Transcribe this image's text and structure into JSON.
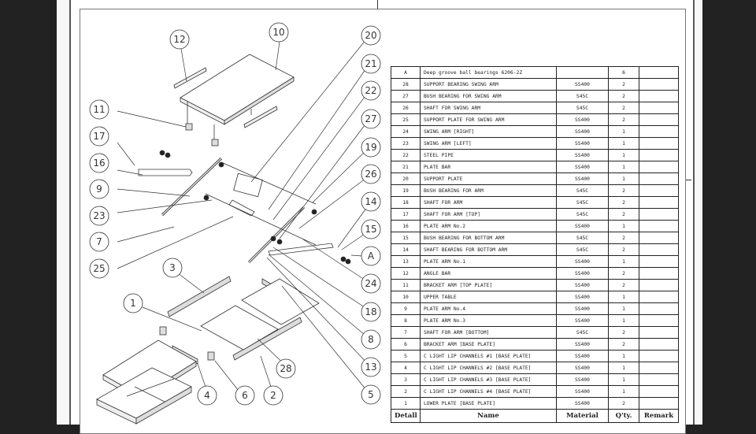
{
  "drawing": {
    "balloons": [
      "12",
      "10",
      "20",
      "21",
      "22",
      "27",
      "19",
      "26",
      "14",
      "15",
      "A",
      "24",
      "18",
      "8",
      "13",
      "5",
      "11",
      "17",
      "16",
      "9",
      "23",
      "7",
      "25",
      "3",
      "1",
      "4",
      "6",
      "2",
      "28"
    ]
  },
  "table": {
    "headers": {
      "detail": "Detall",
      "name": "Name",
      "material": "Material",
      "qty": "Q'ty.",
      "remark": "Remark"
    },
    "rows": [
      {
        "detail": "A",
        "name": "Deep groove ball bearings 6206-2Z",
        "material": "",
        "qty": "6",
        "remark": ""
      },
      {
        "detail": "28",
        "name": "SUPPORT BEARING SWING ARM",
        "material": "SS400",
        "qty": "2",
        "remark": ""
      },
      {
        "detail": "27",
        "name": "BUSH BEARING FOR SWING ARM",
        "material": "S45C",
        "qty": "2",
        "remark": ""
      },
      {
        "detail": "26",
        "name": "SHAFT FOR SWING ARM",
        "material": "S45C",
        "qty": "2",
        "remark": ""
      },
      {
        "detail": "25",
        "name": "SUPPORT PLATE FOR SWING ARM",
        "material": "SS400",
        "qty": "2",
        "remark": ""
      },
      {
        "detail": "24",
        "name": "SWING ARM [RIGHT]",
        "material": "SS400",
        "qty": "1",
        "remark": ""
      },
      {
        "detail": "23",
        "name": "SWING ARM [LEFT]",
        "material": "SS400",
        "qty": "1",
        "remark": ""
      },
      {
        "detail": "22",
        "name": "STEEL PIPE",
        "material": "SS400",
        "qty": "1",
        "remark": ""
      },
      {
        "detail": "21",
        "name": "PLATE BAR",
        "material": "SS400",
        "qty": "1",
        "remark": ""
      },
      {
        "detail": "20",
        "name": "SUPPORT PLATE",
        "material": "SS400",
        "qty": "1",
        "remark": ""
      },
      {
        "detail": "19",
        "name": "BUSH BEARING FOR ARM",
        "material": "S45C",
        "qty": "2",
        "remark": ""
      },
      {
        "detail": "18",
        "name": "SHAFT FOR ARM",
        "material": "S45C",
        "qty": "2",
        "remark": ""
      },
      {
        "detail": "17",
        "name": "SHAFT FOR ARM [TOP]",
        "material": "S45C",
        "qty": "2",
        "remark": ""
      },
      {
        "detail": "16",
        "name": "PLATE ARM No.2",
        "material": "SS400",
        "qty": "1",
        "remark": ""
      },
      {
        "detail": "15",
        "name": "BUSH BEARING FOR BOTTOM ARM",
        "material": "S45C",
        "qty": "2",
        "remark": ""
      },
      {
        "detail": "14",
        "name": "SHAFT BEARING FOR BOTTOM ARM",
        "material": "S45C",
        "qty": "2",
        "remark": ""
      },
      {
        "detail": "13",
        "name": "PLATE ARM No.1",
        "material": "SS400",
        "qty": "1",
        "remark": ""
      },
      {
        "detail": "12",
        "name": "ANGLE BAR",
        "material": "SS400",
        "qty": "2",
        "remark": ""
      },
      {
        "detail": "11",
        "name": "BRACKET ARM [TOP PLATE]",
        "material": "SS400",
        "qty": "2",
        "remark": ""
      },
      {
        "detail": "10",
        "name": "UPPER TABLE",
        "material": "SS400",
        "qty": "1",
        "remark": ""
      },
      {
        "detail": "9",
        "name": "PLATE ARM No.4",
        "material": "SS400",
        "qty": "1",
        "remark": ""
      },
      {
        "detail": "8",
        "name": "PLATE ARM No.3",
        "material": "SS400",
        "qty": "1",
        "remark": ""
      },
      {
        "detail": "7",
        "name": "SHAFT FOR ARM [BOTTOM]",
        "material": "S45C",
        "qty": "2",
        "remark": ""
      },
      {
        "detail": "6",
        "name": "BRACKET ARM [BASE PLATE]",
        "material": "SS400",
        "qty": "2",
        "remark": ""
      },
      {
        "detail": "5",
        "name": "C LIGHT LIP CHANNELS #1 [BASE PLATE]",
        "material": "SS400",
        "qty": "1",
        "remark": ""
      },
      {
        "detail": "4",
        "name": "C LIGHT LIP CHANNELS #2 [BASE PLATE]",
        "material": "SS400",
        "qty": "1",
        "remark": ""
      },
      {
        "detail": "3",
        "name": "C LIGHT LIP CHANNELS #3 [BASE PLATE]",
        "material": "SS400",
        "qty": "1",
        "remark": ""
      },
      {
        "detail": "2",
        "name": "C LIGHT LIP CHANNELS #4 [BASE PLATE]",
        "material": "SS400",
        "qty": "1",
        "remark": ""
      },
      {
        "detail": "1",
        "name": "LOWER PLATE [BASE PLATE]",
        "material": "SS400",
        "qty": "2",
        "remark": ""
      }
    ]
  }
}
